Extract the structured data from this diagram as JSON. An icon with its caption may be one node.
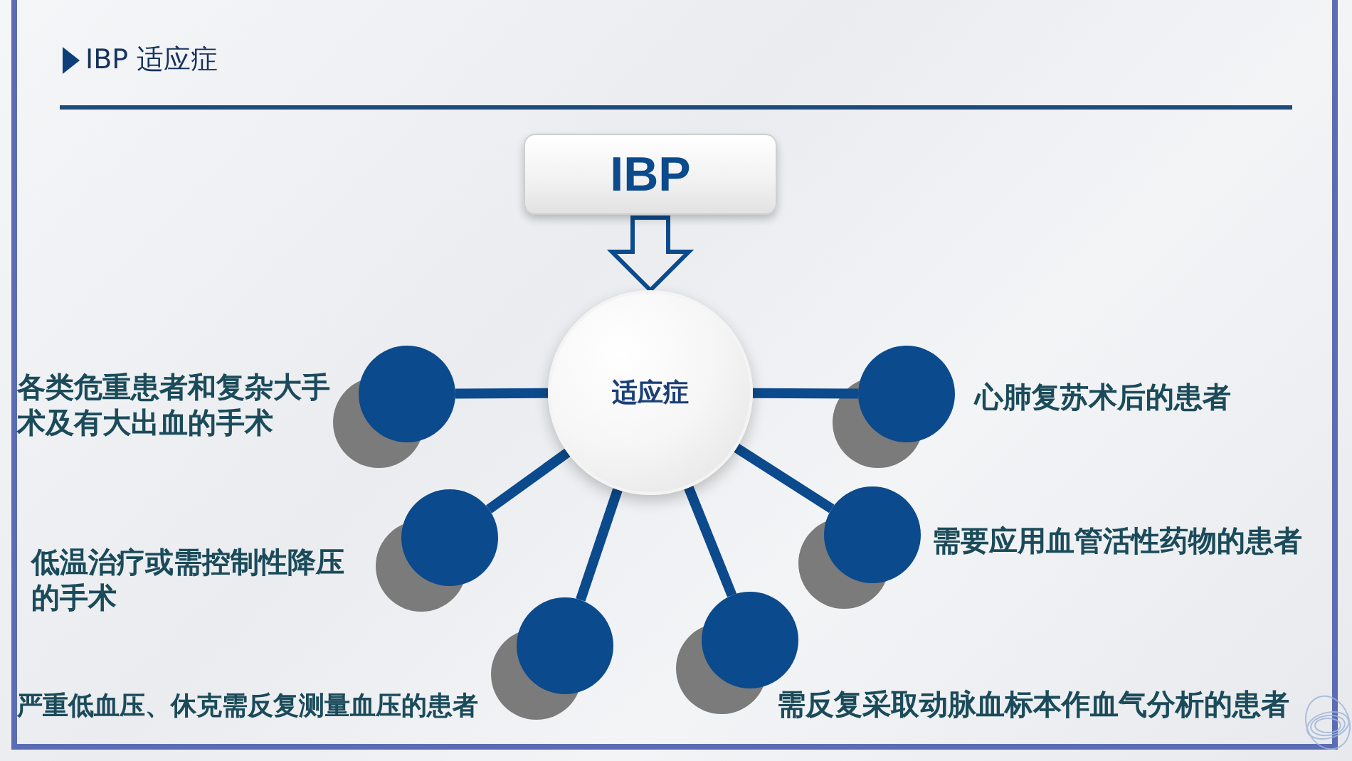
{
  "diagram": {
    "title": "IBP 适应症",
    "nodes": [
      {
        "text": [
          "IBP"
        ]
      },
      {
        "text": [
          "适应症"
        ]
      },
      {
        "text": [],
        "shape": "circle",
        "beside": [
          "各类危重患者和复杂大手术及有大出血的手术"
        ]
      },
      {
        "text": [],
        "shape": "circle",
        "beside": [
          "心肺复苏术后的患者"
        ]
      },
      {
        "text": [],
        "shape": "circle",
        "beside": [
          "低温治疗或需控制性降压的手术"
        ]
      },
      {
        "text": [],
        "shape": "circle",
        "beside": [
          "需要应用血管活性药物的患者"
        ]
      },
      {
        "text": [],
        "shape": "circle",
        "beside": [
          "严重低血压、休克需反复测量血压的患者"
        ]
      },
      {
        "text": [],
        "shape": "circle",
        "beside": [
          "需反复采取动脉血标本作血气分析的患者"
        ]
      }
    ],
    "edges": [
      {
        "from": 0,
        "to": 1,
        "arrow": "to"
      },
      {
        "from": 1,
        "to": 2,
        "arrow": "none"
      },
      {
        "from": 1,
        "to": 3,
        "arrow": "none"
      },
      {
        "from": 1,
        "to": 4,
        "arrow": "none"
      },
      {
        "from": 1,
        "to": 5,
        "arrow": "none"
      },
      {
        "from": 1,
        "to": 6,
        "arrow": "none"
      },
      {
        "from": 1,
        "to": 7,
        "arrow": "none"
      }
    ]
  }
}
